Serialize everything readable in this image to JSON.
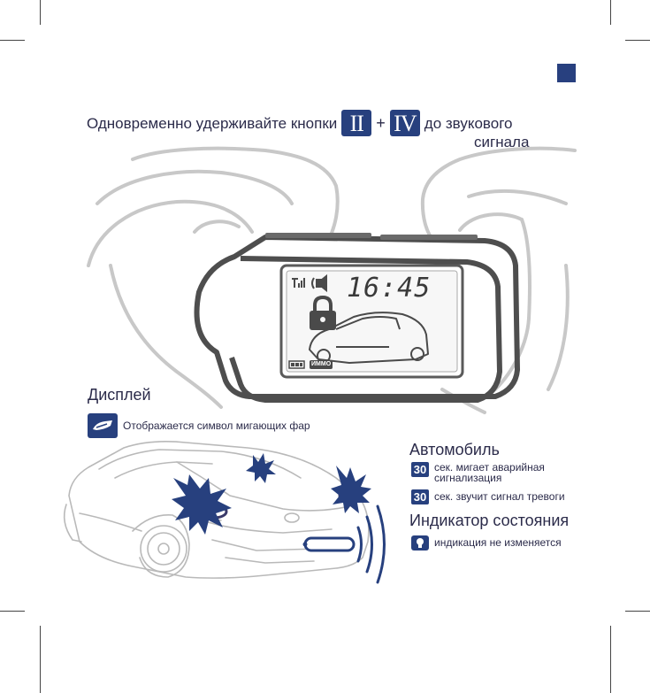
{
  "headline": {
    "part1": "Одновременно удерживайте кнопки",
    "button_a": "II",
    "plus": "+",
    "button_b": "IV",
    "part2": "до звукового",
    "part3": "сигнала"
  },
  "remote_display": {
    "time": "16:45",
    "immo_label": "ИММО"
  },
  "display_section": {
    "title": "Дисплей",
    "description": "Отображается символ мигающих фар"
  },
  "car_section": {
    "title": "Автомобиль",
    "items": [
      {
        "value": "30",
        "text": "сек. мигает аварийная сигнализация"
      },
      {
        "value": "30",
        "text": "сек. звучит сигнал тревоги"
      }
    ]
  },
  "status_section": {
    "title": "Индикатор состояния",
    "text": "индикация не изменяется"
  },
  "colors": {
    "accent": "#27407e",
    "text": "#2b2b4a",
    "line_art": "#c8c8c8",
    "device": "#505050"
  },
  "icons": {
    "display": "headlight-flash-icon",
    "status": "bulb-icon"
  }
}
